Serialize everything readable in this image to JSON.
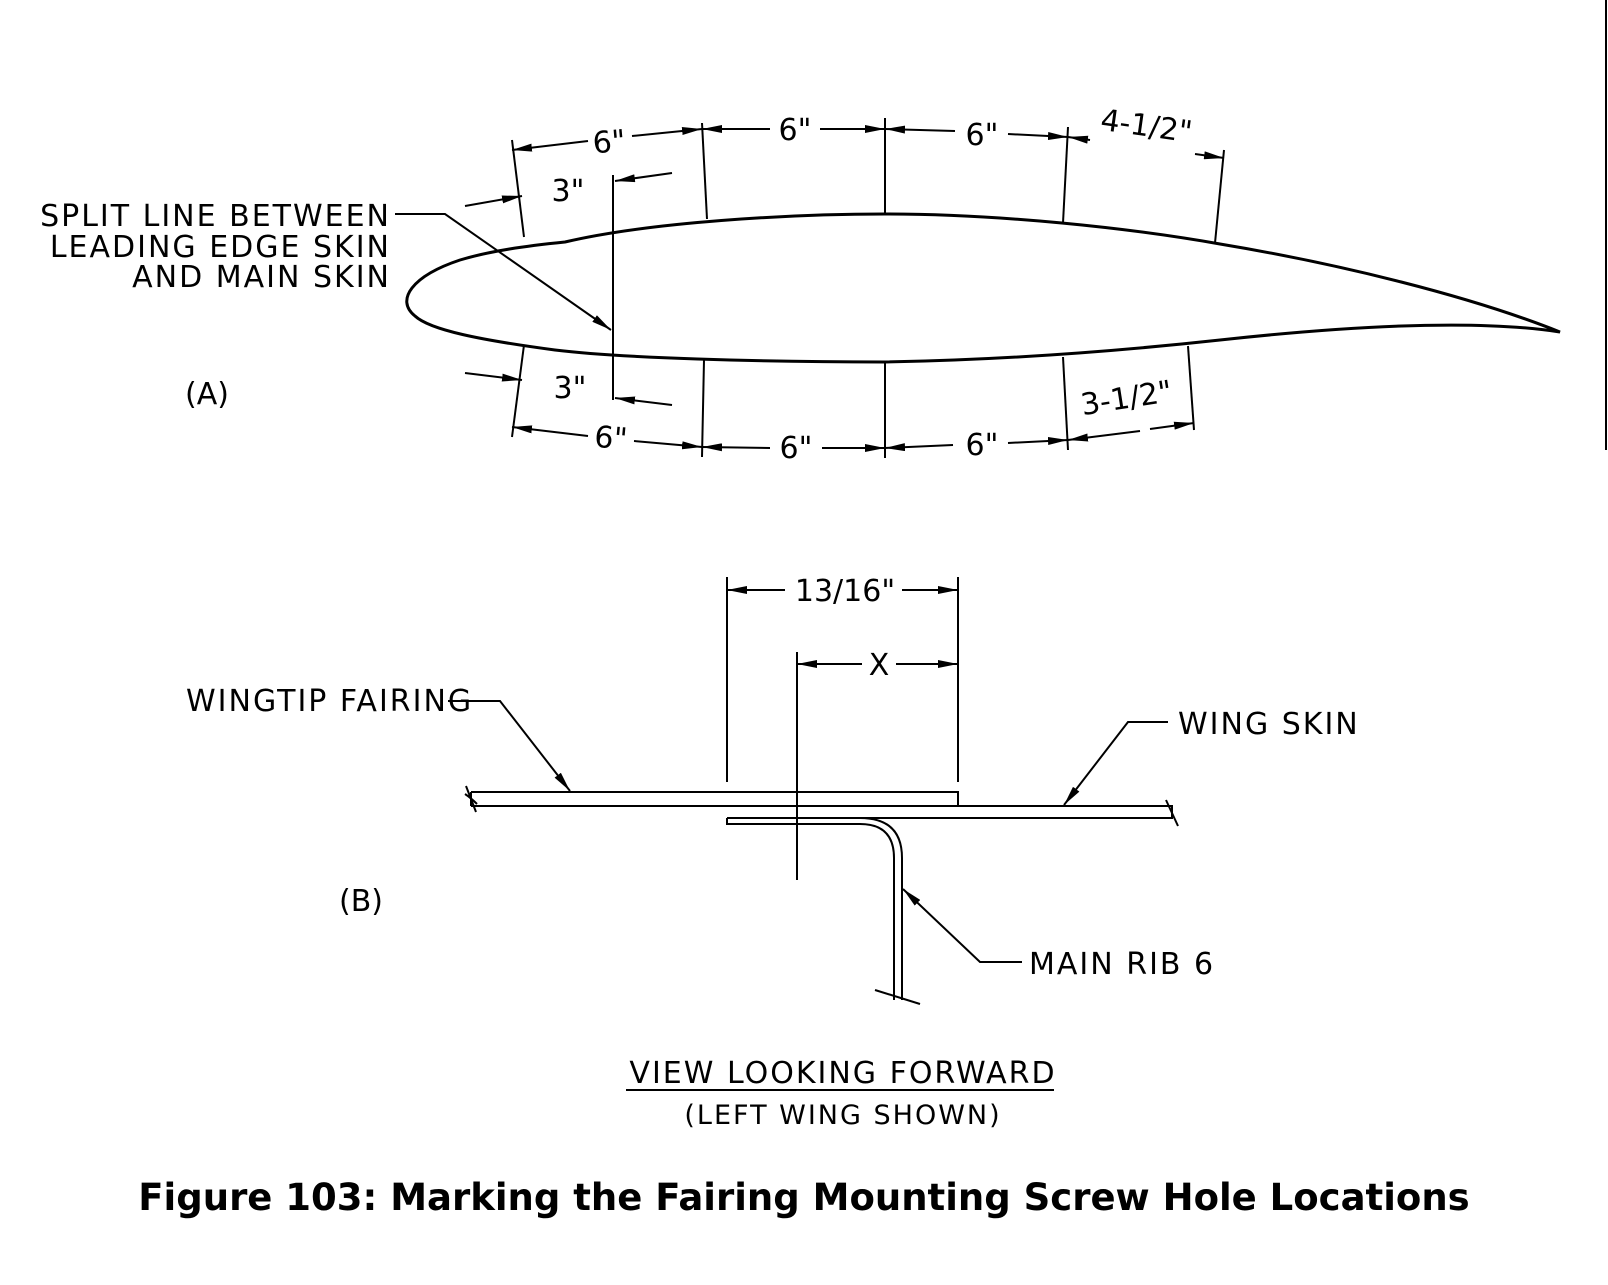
{
  "view_a": {
    "label": "(A)",
    "split_line_label": [
      "SPLIT LINE BETWEEN",
      "LEADING EDGE SKIN",
      "AND MAIN SKIN"
    ],
    "top_dims": [
      "6\"",
      "6\"",
      "6\"",
      "4-1/2\""
    ],
    "top_offset": "3\"",
    "bottom_dims": [
      "6\"",
      "6\"",
      "6\"",
      "3-1/2\""
    ],
    "bottom_offset": "3\""
  },
  "view_b": {
    "label": "(B)",
    "overall_dim": "13/16\"",
    "x_dim": "X",
    "wingtip_fairing": "WINGTIP FAIRING",
    "wing_skin": "WING SKIN",
    "main_rib": "MAIN RIB 6",
    "view_title": "VIEW LOOKING FORWARD",
    "view_subtitle": "(LEFT WING SHOWN)"
  },
  "caption": "Figure 103: Marking the Fairing Mounting Screw Hole Locations"
}
